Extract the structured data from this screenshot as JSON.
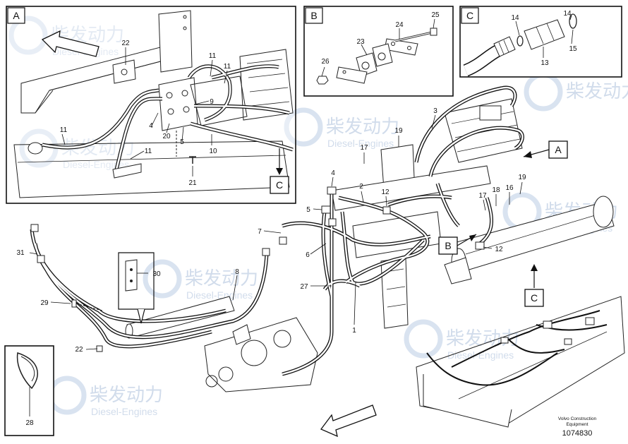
{
  "watermark": {
    "cn": "柴发动力",
    "en": "Diesel-Engines"
  },
  "insets": {
    "A": {
      "label": "A",
      "callout": "C"
    },
    "B": {
      "label": "B"
    },
    "C": {
      "label": "C"
    }
  },
  "pointer_boxes": {
    "A": "A",
    "B": "B",
    "C": "C"
  },
  "callouts": {
    "n1": "1",
    "n2": "2",
    "n3": "3",
    "n4": "4",
    "n5": "5",
    "n6": "6",
    "n7": "7",
    "n8": "8",
    "n9": "9",
    "n10": "10",
    "n11": "11",
    "n12": "12",
    "n13": "13",
    "n14": "14",
    "n15": "15",
    "n16": "16",
    "n17": "17",
    "n18": "18",
    "n19": "19",
    "n20": "20",
    "n21": "21",
    "n22": "22",
    "n23": "23",
    "n24": "24",
    "n25": "25",
    "n26": "26",
    "n27": "27",
    "n28": "28",
    "n29": "29",
    "n30": "30",
    "n31": "31"
  },
  "footer": {
    "line1": "Volvo Construction",
    "line2": "Equipment",
    "number": "1074830"
  }
}
